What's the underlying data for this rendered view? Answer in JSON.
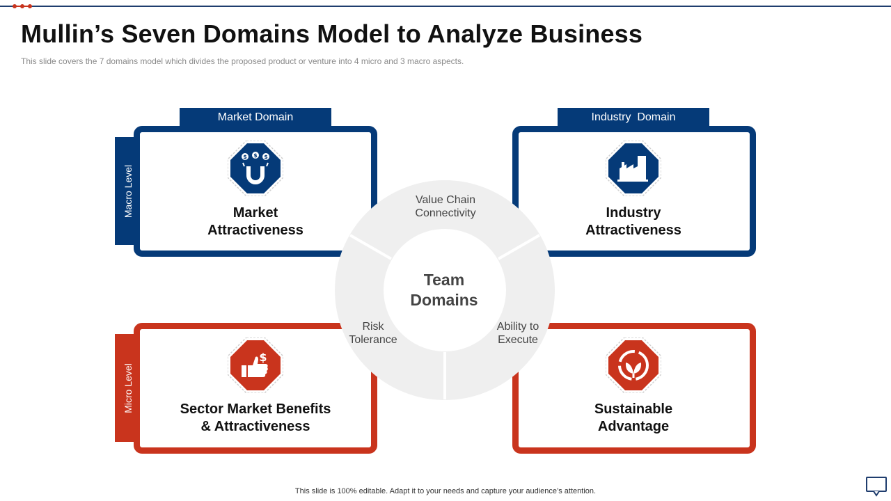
{
  "slide": {
    "title": "Mullin’s Seven Domains Model to Analyze Business",
    "subtitle": "This slide covers the 7 domains model which divides the proposed product or venture  into 4 micro and 3 macro aspects.",
    "footer": "This slide is 100% editable.  Adapt it to your needs and capture your audience’s attention."
  },
  "levels": {
    "macro": "Macro Level",
    "micro": "Micro Level"
  },
  "domain_tabs": {
    "market": "Market Domain",
    "industry": "Industry  Domain"
  },
  "cards": {
    "market": {
      "label": "Market\nAttractiveness",
      "icon": "magnet-money-icon"
    },
    "industry": {
      "label": "Industry\nAttractiveness",
      "icon": "factory-icon"
    },
    "sector": {
      "label": "Sector Market Benefits\n& Attractiveness",
      "icon": "thumbs-up-dollar-icon"
    },
    "sustainable": {
      "label": "Sustainable\nAdvantage",
      "icon": "leaf-cycle-icon"
    }
  },
  "team": {
    "center": "Team\nDomains",
    "value_chain": "Value Chain\nConnectivity",
    "risk": "Risk\nTolerance",
    "execute": "Ability to\nExecute"
  },
  "colors": {
    "blue": "#053a78",
    "red": "#c9341d",
    "ring_gray": "#efefef",
    "ring_text": "#444444"
  }
}
